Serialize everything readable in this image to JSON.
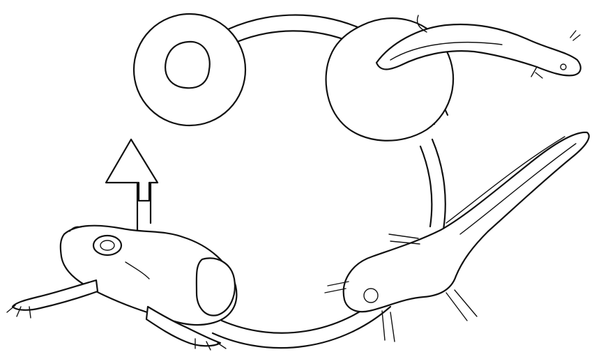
{
  "diagram": {
    "type": "life-cycle",
    "stages": [
      {
        "key": "egg",
        "icon": "egg-icon"
      },
      {
        "key": "hatchling",
        "icon": "hatchling-icon"
      },
      {
        "key": "tadpole",
        "icon": "tadpole-icon"
      },
      {
        "key": "adult",
        "icon": "frog-icon"
      }
    ],
    "direction": "clockwise",
    "colors": {
      "ink": "#111111",
      "background": "#ffffff"
    }
  }
}
